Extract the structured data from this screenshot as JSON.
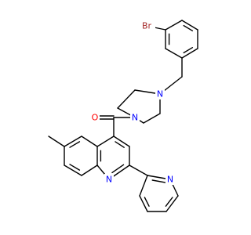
{
  "molecule": {
    "atom_labels": {
      "br": "Br",
      "o": "O",
      "n_piperazine_1": "N",
      "n_piperazine_2": "N",
      "n_quinoline": "N",
      "n_pyridine": "N"
    },
    "colors": {
      "bond": "#000000",
      "bromine": "#a52a2a",
      "oxygen": "#ff0000",
      "nitrogen": "#0000ff"
    }
  }
}
